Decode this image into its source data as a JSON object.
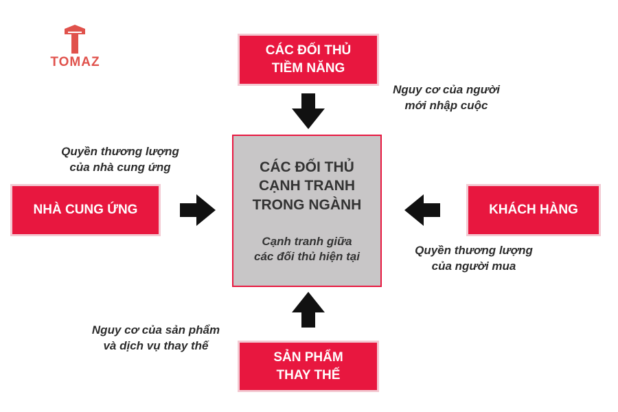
{
  "logo": {
    "text": "TOMAZ",
    "color": "#e0524c"
  },
  "colors": {
    "box_fill": "#e8173f",
    "center_fill": "#c8c6c7",
    "arrow": "#111111"
  },
  "center": {
    "title_lines": [
      "CÁC ĐỐI THỦ",
      "CẠNH TRANH",
      "TRONG NGÀNH"
    ],
    "subtitle_lines": [
      "Cạnh tranh giữa",
      "các đối thủ hiện tại"
    ]
  },
  "boxes": {
    "top": [
      "CÁC ĐỐI THỦ",
      "TIỀM NĂNG"
    ],
    "left": [
      "NHÀ CUNG ỨNG"
    ],
    "right": [
      "KHÁCH HÀNG"
    ],
    "bottom": [
      "SẢN PHẨM",
      "THAY THẾ"
    ]
  },
  "notes": {
    "top": [
      "Nguy cơ của người",
      "mới nhập cuộc"
    ],
    "left": [
      "Quyền thương lượng",
      "của nhà cung ứng"
    ],
    "right": [
      "Quyền thương lượng",
      "của người mua"
    ],
    "bottom": [
      "Nguy cơ của sản phẩm",
      "và dịch vụ thay thế"
    ]
  }
}
